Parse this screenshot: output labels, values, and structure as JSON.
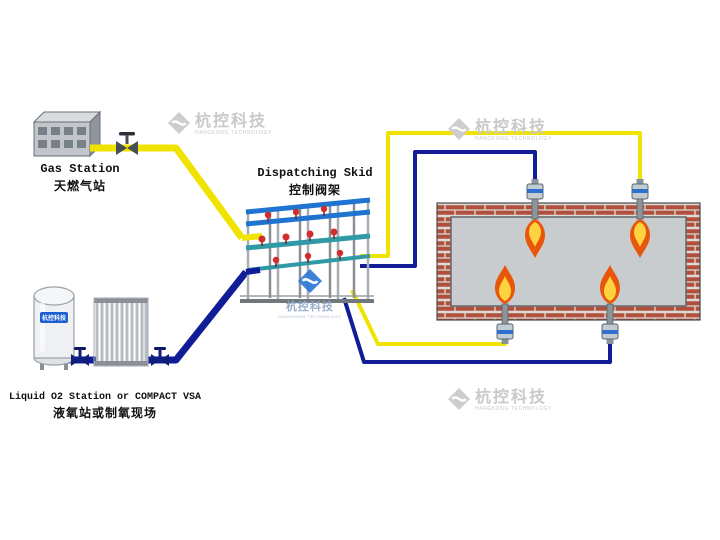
{
  "labels": {
    "gas_station_en": "Gas Station",
    "gas_station_zh": "天燃气站",
    "skid_en": "Dispatching Skid",
    "skid_zh": "控制阀架",
    "o2_en": "Liquid O2 Station or COMPACT VSA",
    "o2_zh": "液氧站或制氧现场"
  },
  "watermark": {
    "brand": "杭控科技",
    "subbrand": "HANGKONG TECHNOLOGY"
  },
  "colors": {
    "background": "#ffffff",
    "gas_pipe": "#f0e300",
    "o2_pipe": "#111d96",
    "brick": "#b0503c",
    "mortar": "#ddd9d4",
    "furnace_interior": "#c9cccf",
    "flame_outer": "#e8560c",
    "flame_inner": "#ffd23f",
    "skid_pipe_blue": "#1f74d2",
    "skid_pipe_teal": "#2f9aa6",
    "valve_red": "#d22d2d",
    "frame_gray": "#a8aeb4",
    "watermark_gray": "#c9c9c9",
    "building_gray": "#c2c6ca",
    "tank_white": "#eef0f2"
  }
}
